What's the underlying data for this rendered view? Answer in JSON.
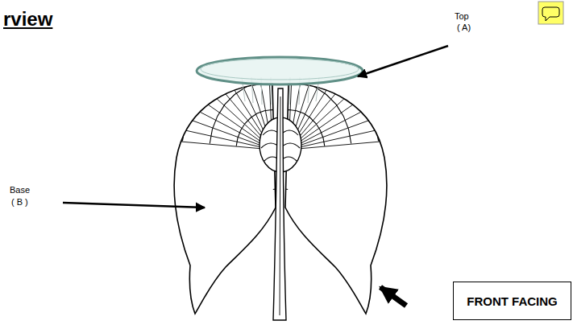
{
  "diagram": {
    "title": "rview",
    "nodes": [
      {
        "text": [
          "FRONT FACING"
        ]
      }
    ],
    "labels": [
      "Top",
      "( A)",
      "Base",
      "( B )"
    ]
  }
}
